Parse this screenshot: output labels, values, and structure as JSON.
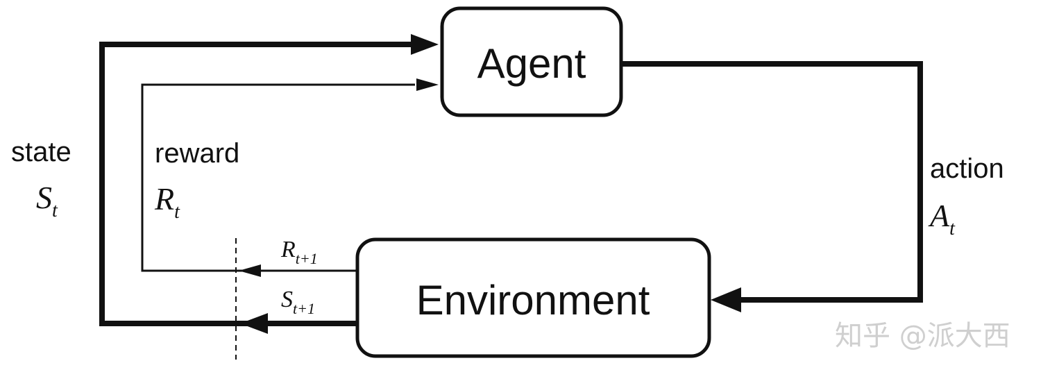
{
  "nodes": {
    "agent": "Agent",
    "environment": "Environment"
  },
  "labels": {
    "state": "state",
    "state_var": "S",
    "state_sub": "t",
    "reward": "reward",
    "reward_var": "R",
    "reward_sub": "t",
    "action": "action",
    "action_var": "A",
    "action_sub": "t",
    "next_reward_var": "R",
    "next_reward_sub": "t+1",
    "next_state_var": "S",
    "next_state_sub": "t+1"
  },
  "watermark": "知乎 @派大西",
  "colors": {
    "stroke": "#111111",
    "background": "#ffffff",
    "watermark": "#cfcfcf"
  }
}
